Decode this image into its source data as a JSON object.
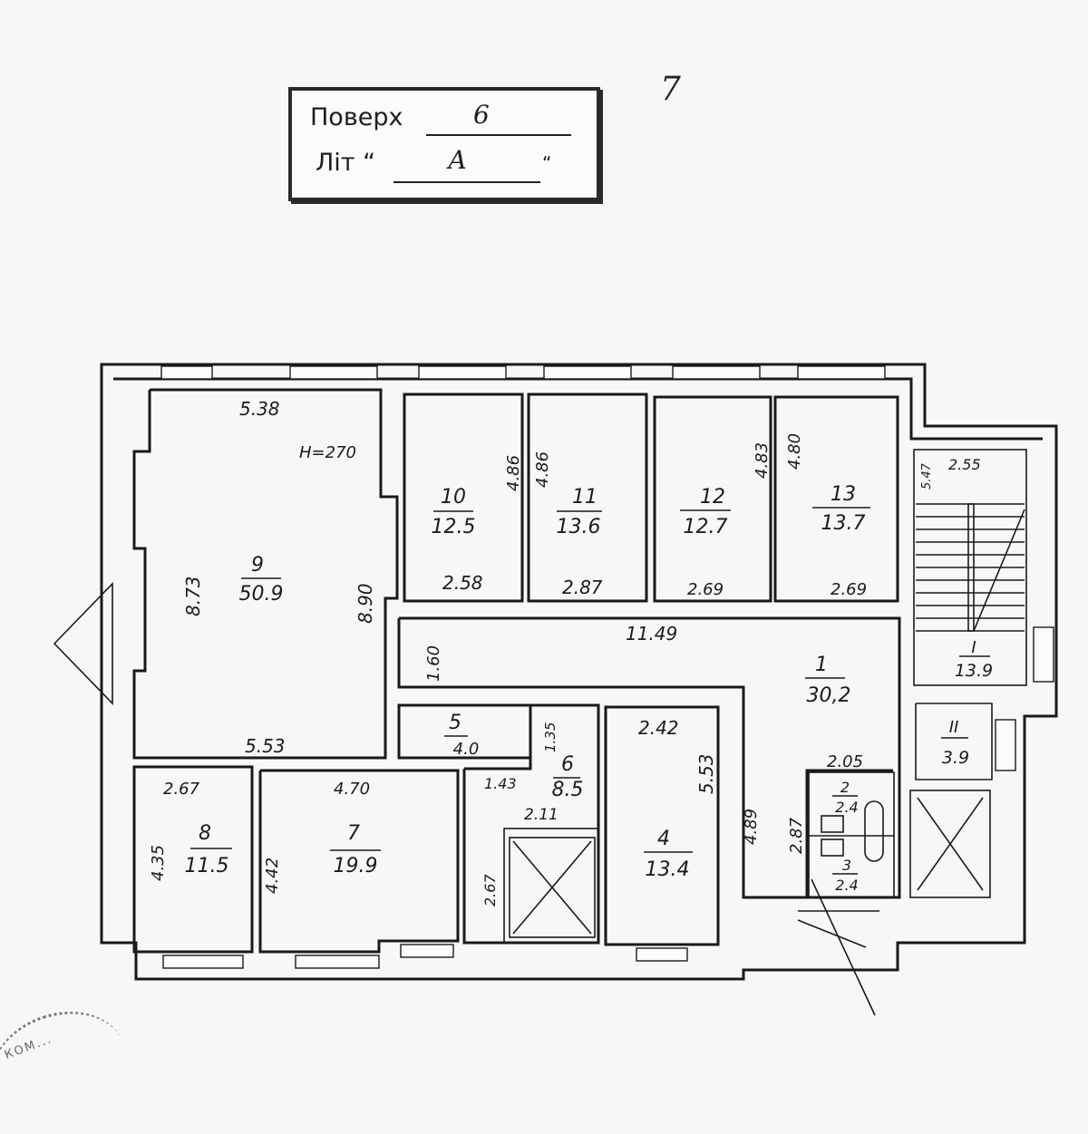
{
  "header": {
    "floor_label": "Поверх",
    "floor_value": "6",
    "letter_label": "Літ “",
    "letter_value": "А",
    "letter_close": "“",
    "page_number": "7"
  },
  "stamp": {
    "text": "КОМ..."
  },
  "ceiling_height": "H=270",
  "rooms": [
    {
      "id": "9",
      "area": "50.9",
      "dims": [
        "5.38",
        "8.73",
        "8.90",
        "5.53"
      ]
    },
    {
      "id": "10",
      "area": "12.5",
      "dims": [
        "4.86",
        "2.58"
      ]
    },
    {
      "id": "11",
      "area": "13.6",
      "dims": [
        "4.86",
        "2.87"
      ]
    },
    {
      "id": "12",
      "area": "12.7",
      "dims": [
        "4.83",
        "2.69"
      ]
    },
    {
      "id": "13",
      "area": "13.7",
      "dims": [
        "4.80",
        "2.69"
      ]
    },
    {
      "id": "1",
      "area": "30,2",
      "dims": [
        "11.49",
        "1.60",
        "4.89",
        "2.05"
      ]
    },
    {
      "id": "5",
      "area": "4.0",
      "dims": [
        "1.35"
      ]
    },
    {
      "id": "6",
      "area": "8.5",
      "dims": [
        "1.43",
        "2.11",
        "2.67"
      ]
    },
    {
      "id": "4",
      "area": "13.4",
      "dims": [
        "2.42",
        "5.53"
      ]
    },
    {
      "id": "8",
      "area": "11.5",
      "dims": [
        "2.67",
        "4.35"
      ]
    },
    {
      "id": "7",
      "area": "19.9",
      "dims": [
        "4.70",
        "4.42"
      ]
    },
    {
      "id": "2",
      "area": "2.4",
      "dims": [
        "2.87"
      ]
    },
    {
      "id": "3",
      "area": "2.4",
      "dims": []
    },
    {
      "id": "I",
      "area": "13.9",
      "dims": [
        "5.47",
        "2.55"
      ]
    },
    {
      "id": "II",
      "area": "3.9",
      "dims": []
    }
  ],
  "colors": {
    "ink": "#1a1a1a",
    "paper": "#f7f7f5"
  }
}
